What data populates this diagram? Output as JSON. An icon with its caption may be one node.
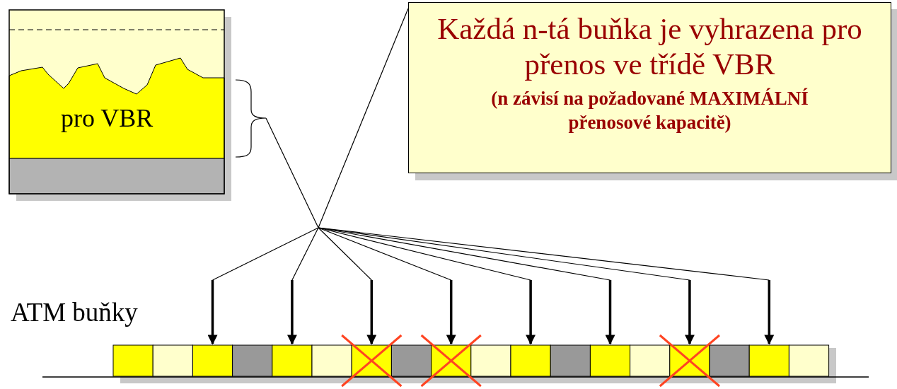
{
  "diagram": {
    "nodes": [
      {
        "text": [
          "pro VBR"
        ]
      },
      {
        "text": [
          "Každá n-tá buňka je vyhrazena pro přenos ve třídě VBR",
          "(n závisí na požadované MAXIMÁLNÍ přenosové kapacitě)"
        ]
      },
      {
        "text": [],
        "shape": "box"
      },
      {
        "text": [],
        "shape": "box"
      },
      {
        "text": [],
        "shape": "box"
      },
      {
        "text": [],
        "shape": "box"
      },
      {
        "text": [],
        "shape": "box"
      },
      {
        "text": [],
        "shape": "box"
      },
      {
        "text": [],
        "shape": "box"
      },
      {
        "text": [],
        "shape": "box"
      },
      {
        "text": [],
        "shape": "box"
      },
      {
        "text": [],
        "shape": "box"
      },
      {
        "text": [],
        "shape": "box"
      },
      {
        "text": [],
        "shape": "box"
      },
      {
        "text": [],
        "shape": "box"
      },
      {
        "text": [],
        "shape": "box"
      },
      {
        "text": [],
        "shape": "box"
      },
      {
        "text": [],
        "shape": "box"
      },
      {
        "text": [],
        "shape": "box"
      },
      {
        "text": [],
        "shape": "box"
      }
    ],
    "edges": [
      {
        "from": 0,
        "to": 4,
        "arrow": "to"
      },
      {
        "from": 1,
        "to": 4,
        "arrow": "to"
      },
      {
        "from": 0,
        "to": 6,
        "arrow": "to"
      },
      {
        "from": 1,
        "to": 6,
        "arrow": "to"
      },
      {
        "from": 0,
        "to": 8,
        "arrow": "to"
      },
      {
        "from": 1,
        "to": 8,
        "arrow": "to"
      },
      {
        "from": 0,
        "to": 10,
        "arrow": "to"
      },
      {
        "from": 1,
        "to": 10,
        "arrow": "to"
      },
      {
        "from": 0,
        "to": 12,
        "arrow": "to"
      },
      {
        "from": 1,
        "to": 12,
        "arrow": "to"
      },
      {
        "from": 0,
        "to": 14,
        "arrow": "to"
      },
      {
        "from": 1,
        "to": 14,
        "arrow": "to"
      },
      {
        "from": 0,
        "to": 16,
        "arrow": "to"
      },
      {
        "from": 1,
        "to": 16,
        "arrow": "to"
      },
      {
        "from": 0,
        "to": 18,
        "arrow": "to"
      },
      {
        "from": 1,
        "to": 18,
        "arrow": "to"
      }
    ],
    "labels": [
      "ATM buňky"
    ]
  }
}
